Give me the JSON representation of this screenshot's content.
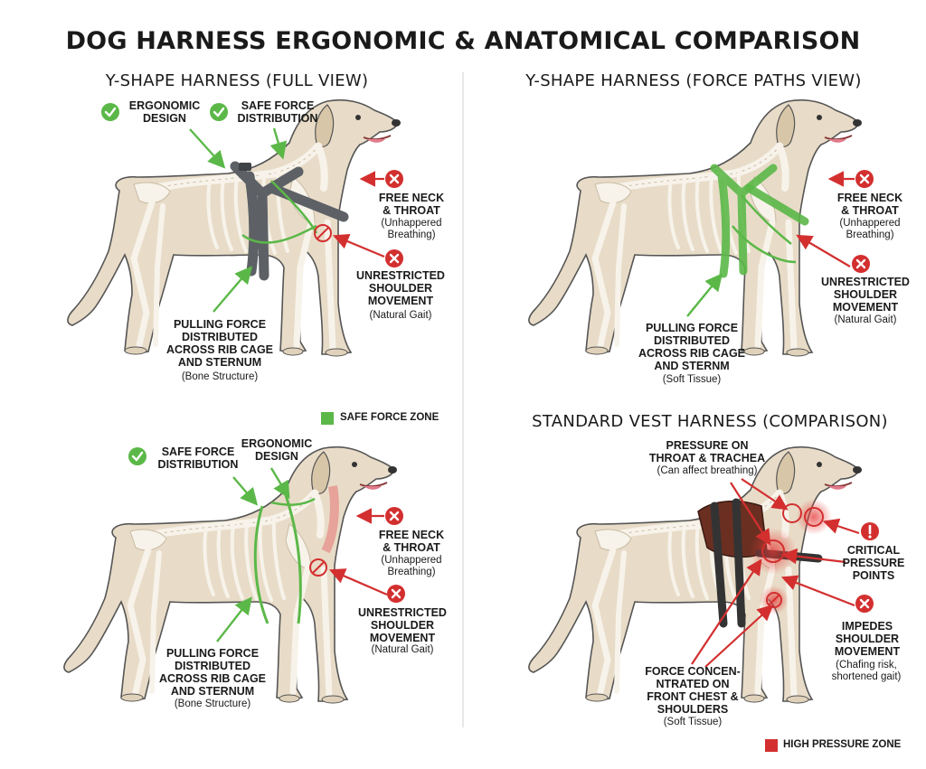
{
  "title": "DOG HARNESS ERGONOMIC & ANATOMICAL COMPARISON",
  "colors": {
    "safe_green": "#5bb848",
    "danger_red": "#d32f2f",
    "harness_gray": "#5d6166",
    "vest_brown": "#6b2f22",
    "dog_body": "#e8dcc8",
    "bone": "#f7f3ea",
    "outline": "#444444"
  },
  "panels": {
    "top_left": {
      "heading": "Y-SHAPE HARNESS (FULL VIEW)",
      "ergonomic": "ERGONOMIC\nDESIGN",
      "safe_force": "SAFE FORCE\nDISTRIBUTION",
      "free_neck": "FREE NECK\n& THROAT",
      "free_neck_sub": "(Unhappered\nBreathing)",
      "shoulder": "UNRESTRICTED\nSHOULDER\nMOVEMENT",
      "shoulder_sub": "(Natural Gait)",
      "pulling": "PULLING FORCE\nDISTRIBUTED\nACROSS RIB CAGE\nAND STERNUM",
      "pulling_sub": "(Bone Structure)"
    },
    "top_right": {
      "heading": "Y-SHAPE HARNESS (FORCE PATHS VIEW)",
      "free_neck": "FREE NECK\n& THROAT",
      "free_neck_sub": "(Unhappered\nBreathing)",
      "shoulder": "UNRESTRICTED\nSHOULDER\nMOVEMENT",
      "shoulder_sub": "(Natural Gait)",
      "pulling": "PULLING FORCE\nDISTRIBUTED\nACROSS RIB CAGE\nAND STERNM",
      "pulling_sub": "(Soft Tissue)"
    },
    "bottom_left": {
      "safe_force": "SAFE FORCE\nDISTRIBUTION",
      "ergonomic": "ERGONOMIC\nDESIGN",
      "free_neck": "FREE NECK\n& THROAT",
      "free_neck_sub": "(Unhappered\nBreathing)",
      "shoulder": "UNRESTRICTED\nSHOULDER\nMOVEMENT",
      "shoulder_sub": "(Natural Gait)",
      "pulling": "PULLING FORCE\nDISTRIBUTED\nACROSS RIB CAGE\nAND STERNUM",
      "pulling_sub": "(Bone Structure)"
    },
    "bottom_right": {
      "heading": "STANDARD VEST HARNESS (COMPARISON)",
      "pressure": "PRESSURE ON\nTHROAT & TRACHEA",
      "pressure_sub": "(Can affect breathing)",
      "critical": "CRITICAL\nPRESSURE\nPOINTS",
      "impedes": "IMPEDES\nSHOULDER\nMOVEMENT",
      "impedes_sub": "(Chafing risk,\nshortened gait)",
      "force": "FORCE CONCEN-\nNTRATED ON\nFRONT CHEST &\nSHOULDERS",
      "force_sub": "(Soft Tissue)"
    }
  },
  "legend": {
    "safe": "SAFE FORCE ZONE",
    "high": "HIGH PRESSURE ZONE"
  },
  "icons": [
    "check-icon",
    "x-icon",
    "alert-icon"
  ]
}
